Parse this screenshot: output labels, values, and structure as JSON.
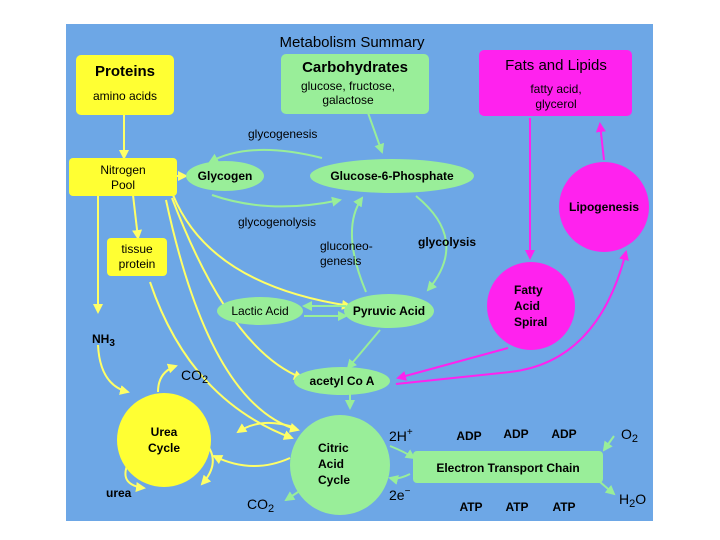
{
  "title": "Metabolism Summary",
  "proteins": {
    "title": "Proteins",
    "sub": "amino acids"
  },
  "carbohydrates": {
    "title": "Carbohydrates",
    "sub1": "glucose, fructose,",
    "sub2": "galactose"
  },
  "fats": {
    "title": "Fats and Lipids",
    "sub1": "fatty acid,",
    "sub2": "glycerol"
  },
  "nitrogen_pool": {
    "line1": "Nitrogen",
    "line2": "Pool"
  },
  "tissue_protein": {
    "line1": "tissue",
    "line2": "protein"
  },
  "glycogen": "Glycogen",
  "g6p": "Glucose-6-Phosphate",
  "glycogenesis": "glycogenesis",
  "glycogenolysis": "glycogenolysis",
  "gluconeogenesis": {
    "line1": "gluconeo-",
    "line2": "genesis"
  },
  "glycolysis": "glycolysis",
  "lipogenesis": "Lipogenesis",
  "fatty_acid_spiral": {
    "line1": "Fatty",
    "line2": "Acid",
    "line3": "Spiral"
  },
  "lactic_acid": "Lactic Acid",
  "pyruvic_acid": "Pyruvic Acid",
  "nh3": {
    "main": "NH",
    "sub": "3"
  },
  "co2_top": {
    "main": "CO",
    "sub": "2"
  },
  "co2_bottom": {
    "main": "CO",
    "sub": "2"
  },
  "acetyl_coa": "acetyl Co A",
  "urea_cycle": {
    "line1": "Urea",
    "line2": "Cycle"
  },
  "urea": "urea",
  "citric_acid_cycle": {
    "line1": "Citric",
    "line2": "Acid",
    "line3": "Cycle"
  },
  "h2plus": {
    "main": "2H",
    "sup": "+"
  },
  "e2minus": {
    "main": "2e",
    "sup": "−"
  },
  "adp": [
    "ADP",
    "ADP",
    "ADP"
  ],
  "atp": [
    "ATP",
    "ATP",
    "ATP"
  ],
  "etc": "Electron Transport Chain",
  "o2": {
    "main": "O",
    "sub": "2"
  },
  "h2o": {
    "main": "H",
    "sub": "2",
    "tail": "O"
  },
  "colors": {
    "background": "#6da7e6",
    "protein_yellow": "#ffff33",
    "carb_green": "#99ee99",
    "fat_magenta": "#ff22ee",
    "arrow_yellow": "#ffff66",
    "arrow_green": "#99ee99",
    "arrow_magenta": "#ff22ee"
  }
}
